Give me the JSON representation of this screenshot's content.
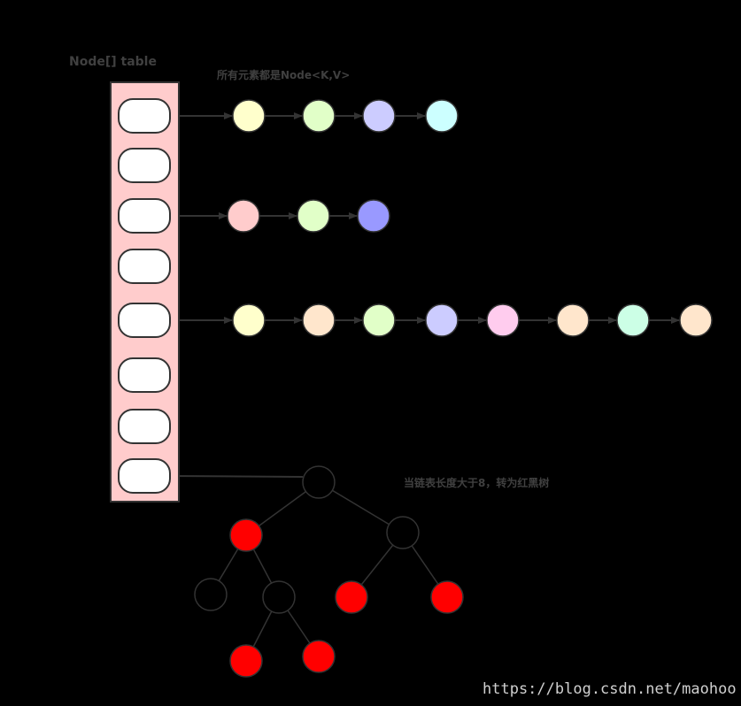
{
  "table": {
    "label": "Node[] table",
    "fill": "#ffcccc",
    "stroke": "#333333",
    "slot_fill": "#ffffff",
    "slot_count": 8
  },
  "labels": {
    "node_note": "所有元素都是Node<K,V>",
    "tree_note": "当链表长度大于8，转为红黑树",
    "watermark": "https://blog.csdn.net/maohoo"
  },
  "lists": [
    {
      "slot": 0,
      "nodes": [
        "#ffffcc",
        "#e1ffc8",
        "#ccccff",
        "#ccffff"
      ]
    },
    {
      "slot": 2,
      "nodes": [
        "#ffcccc",
        "#e1ffc8",
        "#9999ff"
      ]
    },
    {
      "slot": 4,
      "nodes": [
        "#ffffcc",
        "#ffe6cc",
        "#e1ffc8",
        "#ccccff",
        "#ffccee",
        "#ffe6cc",
        "#ccffe6",
        "#ffe6cc"
      ]
    }
  ],
  "tree": {
    "slot": 7,
    "colors": {
      "black": "#000000",
      "red": "#ff0000",
      "stroke": "#333333"
    },
    "nodes": [
      {
        "id": "root",
        "color": "black",
        "parent": null
      },
      {
        "id": "l",
        "color": "red",
        "parent": "root"
      },
      {
        "id": "r",
        "color": "black",
        "parent": "root"
      },
      {
        "id": "ll",
        "color": "black",
        "parent": "l"
      },
      {
        "id": "lr",
        "color": "black",
        "parent": "l"
      },
      {
        "id": "rl",
        "color": "red",
        "parent": "r"
      },
      {
        "id": "rr",
        "color": "red",
        "parent": "r"
      },
      {
        "id": "lrl",
        "color": "red",
        "parent": "lr"
      },
      {
        "id": "lrr",
        "color": "red",
        "parent": "lr"
      }
    ]
  },
  "edge_color": "#333333"
}
